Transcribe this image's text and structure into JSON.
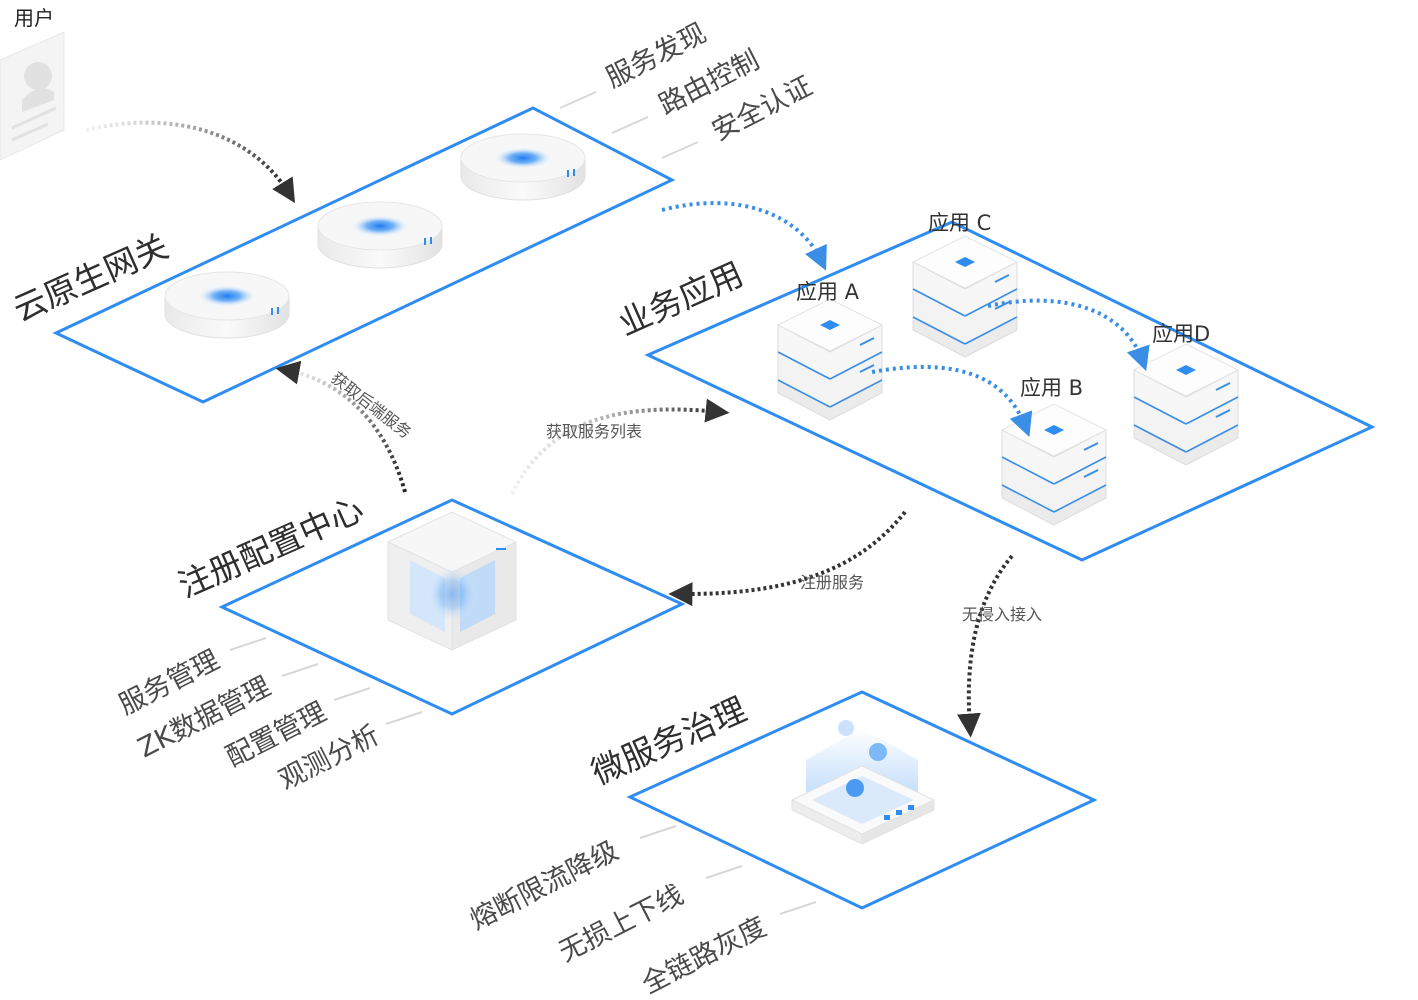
{
  "user": {
    "label": "用户"
  },
  "gateway": {
    "title": "云原生网关",
    "features": [
      "服务发现",
      "路由控制",
      "安全认证"
    ]
  },
  "business": {
    "title": "业务应用",
    "apps": {
      "a": "应用 A",
      "b": "应用 B",
      "c": "应用 C",
      "d": "应用D"
    }
  },
  "registry": {
    "title": "注册配置中心",
    "features": [
      "服务管理",
      "ZK数据管理",
      "配置管理",
      "观测分析"
    ]
  },
  "governance": {
    "title": "微服务治理",
    "features": [
      "熔断限流降级",
      "无损上下线",
      "全链路灰度"
    ]
  },
  "edges": {
    "fetch_backend": "获取后端服务",
    "fetch_list": "获取服务列表",
    "register": "注册服务",
    "non_intrusive": "无侵入接入"
  },
  "colors": {
    "accent": "#2f8cf0",
    "arrow_dark": "#333333",
    "arrow_blue": "#3a8ee6"
  }
}
